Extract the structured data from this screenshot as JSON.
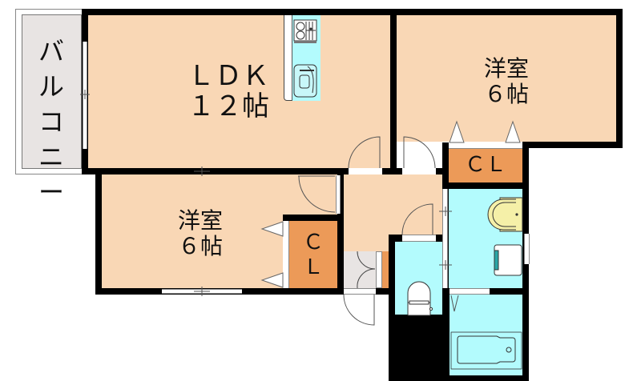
{
  "floor_plan": {
    "rooms": [
      {
        "id": "ldk",
        "name": "ＬＤＫ",
        "size": "１２帖"
      },
      {
        "id": "western1",
        "name": "洋室",
        "size": "６帖"
      },
      {
        "id": "western2",
        "name": "洋室",
        "size": "６帖"
      },
      {
        "id": "balcony",
        "name": "バルコニー"
      },
      {
        "id": "closet1",
        "name": "ＣＬ"
      },
      {
        "id": "closet2_c",
        "name": "Ｃ"
      },
      {
        "id": "closet2_l",
        "name": "Ｌ"
      }
    ],
    "fixtures": [
      "kitchen-stove",
      "kitchen-sink",
      "washbasin",
      "washing-machine-space",
      "toilet",
      "bathtub"
    ],
    "colors": {
      "room": "#f9d7b5",
      "wet_area": "#b3fbfd",
      "closet": "#ec9a58",
      "balcony": "#e8e4e3",
      "wall": "#000000"
    }
  }
}
